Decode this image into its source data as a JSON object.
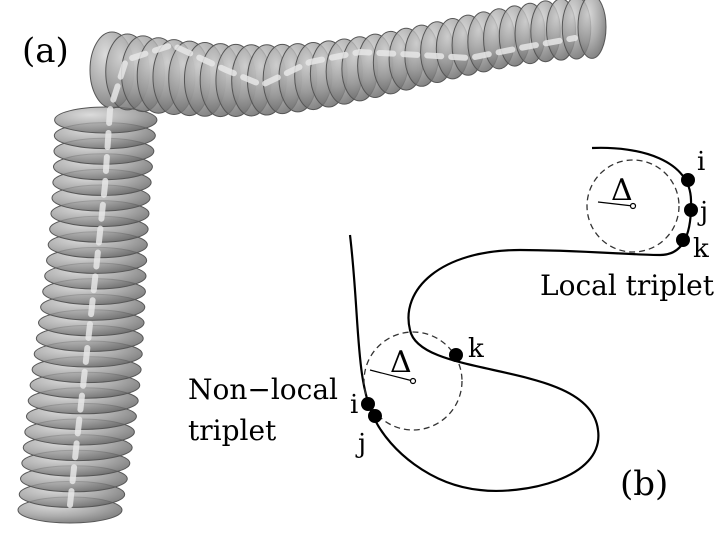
{
  "panel_a": {
    "label": "(a)"
  },
  "panel_b": {
    "label": "(b)",
    "local": {
      "caption": "Local triplet",
      "delta": "Δ",
      "points": [
        "i",
        "j",
        "k"
      ]
    },
    "nonlocal": {
      "caption_line1": "Non−local",
      "caption_line2": "triplet",
      "delta": "Δ",
      "points": [
        "i",
        "j",
        "k"
      ]
    }
  },
  "colors": {
    "disc_fill": "#8d8d8d",
    "disc_edge": "#565656",
    "axis": "#e6e6e6",
    "curve": "#000000"
  }
}
